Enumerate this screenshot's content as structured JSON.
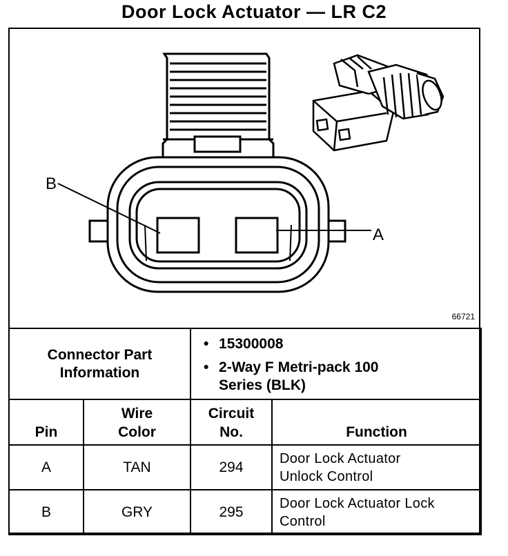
{
  "title": "Door Lock Actuator — LR C2",
  "diagram": {
    "pin_labels": [
      "B",
      "A"
    ],
    "figure_id": "66721"
  },
  "connector_info": {
    "label": "Connector Part Information",
    "items": [
      "15300008",
      "2-Way F Metri-pack 100 Series (BLK)"
    ]
  },
  "table": {
    "headers": [
      "Pin",
      "Wire Color",
      "Circuit No.",
      "Function"
    ],
    "rows": [
      {
        "pin": "A",
        "wire_color": "TAN",
        "circuit": "294",
        "function": "Door Lock Actuator Unlock Control"
      },
      {
        "pin": "B",
        "wire_color": "GRY",
        "circuit": "295",
        "function": "Door Lock Actuator Lock Control"
      }
    ]
  },
  "colors": {
    "ink": "#000000",
    "background": "#ffffff"
  }
}
